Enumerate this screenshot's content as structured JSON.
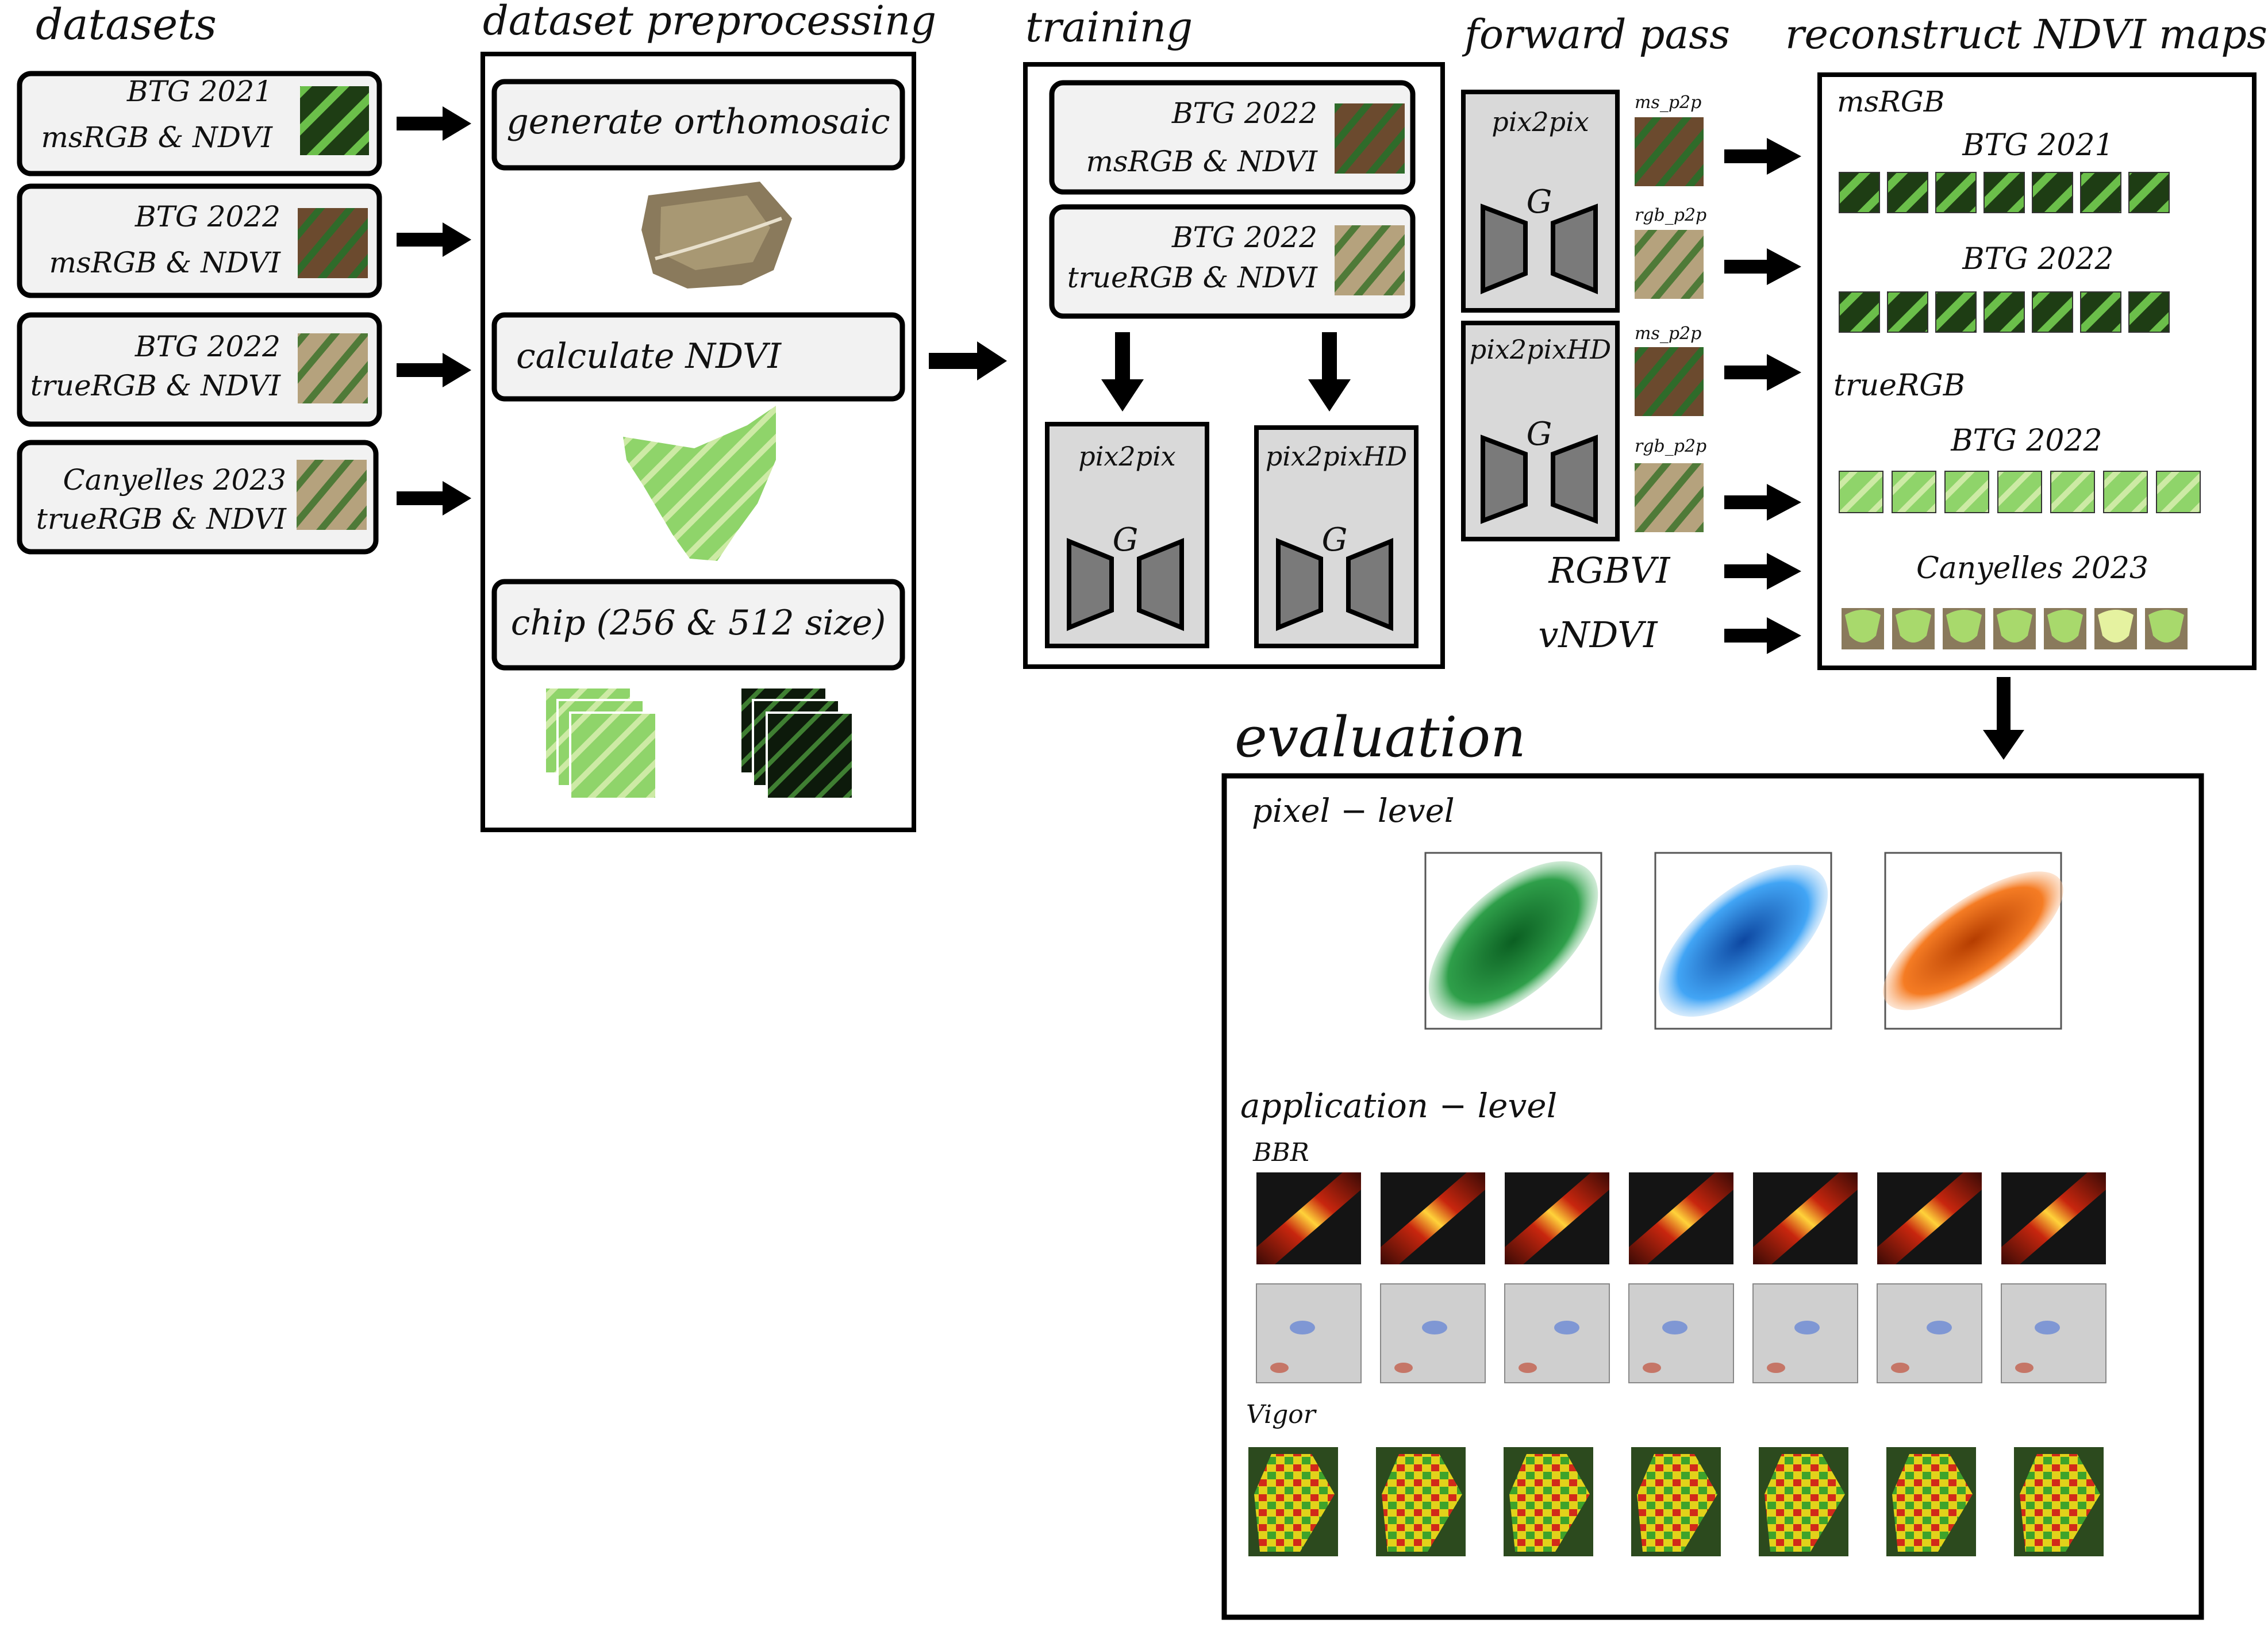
{
  "headers": {
    "datasets": "datasets",
    "preprocessing": "dataset preprocessing",
    "training": "training",
    "forward_pass": "forward pass",
    "reconstruct": "reconstruct NDVI maps",
    "evaluation": "evaluation"
  },
  "datasets": [
    {
      "title": "BTG 2021",
      "bands": "msRGB & NDVI"
    },
    {
      "title": "BTG 2022",
      "bands": "msRGB & NDVI"
    },
    {
      "title": "BTG 2022",
      "bands": "trueRGB & NDVI"
    },
    {
      "title": "Canyelles 2023",
      "bands": "trueRGB & NDVI"
    }
  ],
  "preprocessing": {
    "step1": "generate orthomosaic",
    "step2": "calculate NDVI",
    "step3": "chip (256 & 512 size)"
  },
  "training": {
    "set1_title": "BTG 2022",
    "set1_bands": "msRGB & NDVI",
    "set2_title": "BTG 2022",
    "set2_bands": "trueRGB & NDVI",
    "model1": "pix2pix",
    "model2": "pix2pixHD",
    "generator": "G"
  },
  "forward": {
    "model1": "pix2pix",
    "model2": "pix2pixHD",
    "generator": "G",
    "out1": "ms_p2p",
    "out2": "rgb_p2p",
    "out3": "ms_p2p",
    "out4": "rgb_p2p",
    "index1": "RGBVI",
    "index2": "vNDVI"
  },
  "reconstruct": {
    "ms_label": "msRGB",
    "ms_row1": "BTG 2021",
    "ms_row2": "BTG 2022",
    "true_label": "trueRGB",
    "true_row1": "BTG 2022",
    "true_row2": "Canyelles 2023"
  },
  "evaluation": {
    "pixel_level": "pixel − level",
    "application_level": "application − level",
    "bbr": "BBR",
    "vigor": "Vigor"
  },
  "colors": {
    "box_fill": "#f2f2f2",
    "model_fill": "#d9d9d9",
    "generator_fill": "#7a7a7a",
    "scatter_green": "#0b7a2e",
    "scatter_blue": "#1565c0",
    "scatter_orange": "#d8570f"
  }
}
